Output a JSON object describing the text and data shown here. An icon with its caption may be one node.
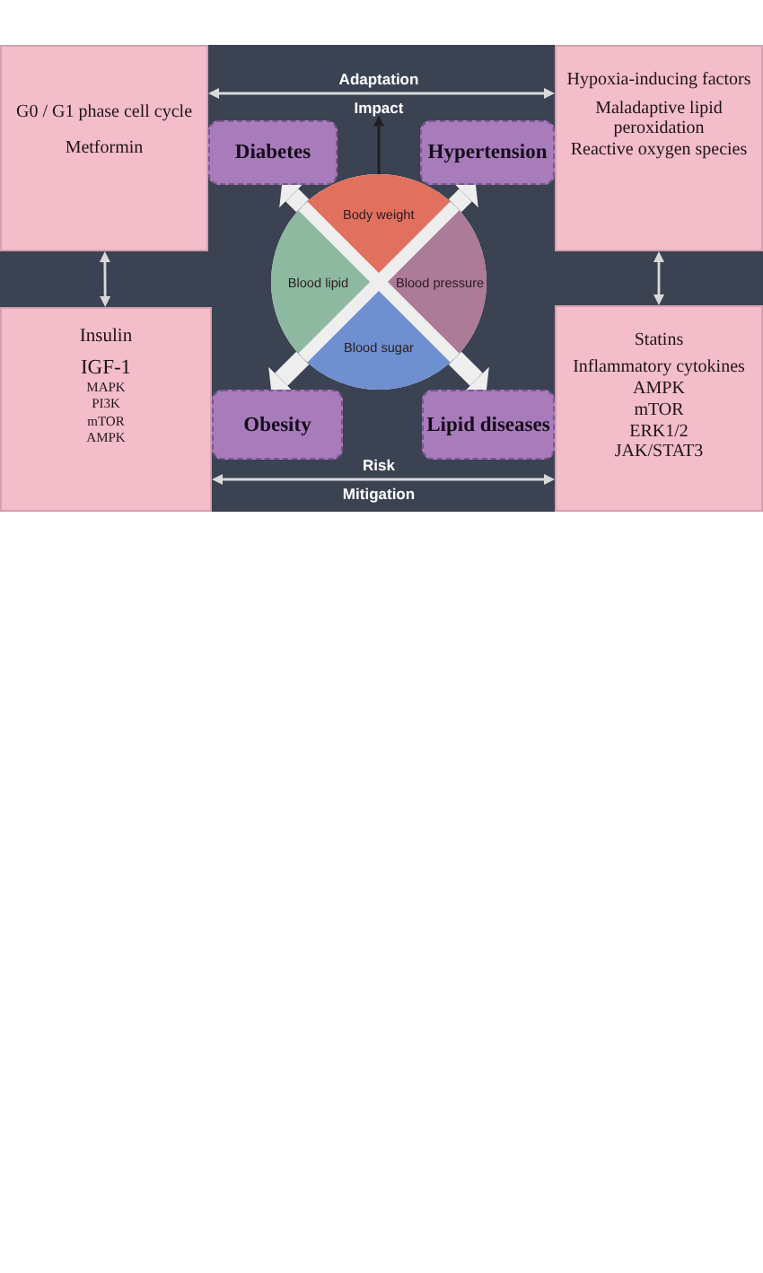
{
  "diagram": {
    "nodes": [
      {
        "text": [
          "G0 / G1 phase cell cycle",
          "Metformin"
        ]
      },
      {
        "text": [
          "Impact"
        ]
      },
      {
        "text": [
          "Diabetes"
        ]
      },
      {
        "text": [
          "Hypertension"
        ]
      },
      {
        "text": [
          "Hypoxia-inducing factors",
          "Maladaptive lipid peroxidation",
          "Reactive oxygen species"
        ]
      },
      {
        "text": [],
        "shape": "circle"
      },
      {
        "text": [
          "Body weight"
        ],
        "in": 5
      },
      {
        "text": [
          "Blood lipid"
        ],
        "in": 5
      },
      {
        "text": [
          "Blood pressure"
        ],
        "in": 5
      },
      {
        "text": [
          "Blood sugar"
        ],
        "in": 5
      },
      {
        "text": [
          "Insulin",
          "IGF-1",
          "MAPK",
          "PI3K",
          "mTOR",
          "AMPK"
        ]
      },
      {
        "text": [
          "Obesity"
        ]
      },
      {
        "text": [
          "Lipid diseases"
        ]
      },
      {
        "text": [
          "Statins",
          "Inflammatory cytokines",
          "AMPK",
          "mTOR",
          "ERK1/2",
          "JAK/STAT3"
        ]
      }
    ],
    "edges": [
      {
        "from": 0,
        "to": 10,
        "arrow": "both",
        "color": "#d9d9d9"
      },
      {
        "from": 4,
        "to": 13,
        "arrow": "both",
        "color": "#d9d9d9"
      },
      {
        "from": 6,
        "to": 1,
        "arrow": "to",
        "color": "#1f1f1f"
      },
      {
        "from": 5,
        "to": 2,
        "arrow": "to",
        "style": "thick"
      },
      {
        "from": 5,
        "to": 3,
        "arrow": "to",
        "style": "thick"
      },
      {
        "from": 5,
        "to": 11,
        "arrow": "to",
        "style": "thick"
      },
      {
        "from": 5,
        "to": 12,
        "arrow": "to",
        "style": "thick"
      },
      {
        "from": 0,
        "to": 4,
        "arrow": "both",
        "color": "#d9d9d9"
      },
      {
        "from": 10,
        "to": 13,
        "arrow": "both",
        "color": "#d9d9d9"
      }
    ],
    "labels": [
      "Adaptation",
      "Risk",
      "Mitigation"
    ]
  }
}
